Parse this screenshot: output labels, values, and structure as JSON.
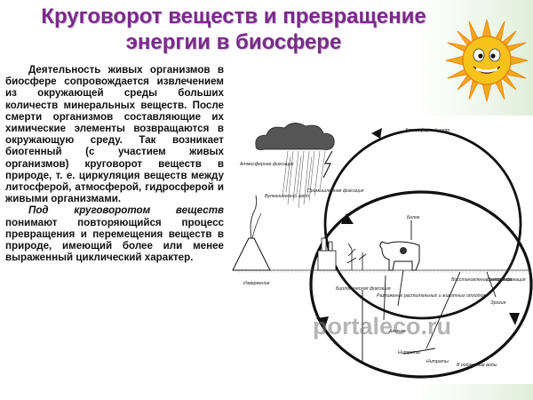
{
  "slide": {
    "title_line1": "Круговорот веществ и превращение",
    "title_line2": "энергии в биосфере",
    "paragraph1": "Деятельность живых организмов в биосфере сопровождается извлечением из окружающей среды больших количеств минеральных веществ. После смерти организмов составляющие их химические элементы возвращаются в окружающую среду. Так возникает биогенный (с участием живых организмов) круговорот веществ в природе, т. е. циркуляция веществ между литосферой, атмосферой, гидросферой и живыми организмами.",
    "paragraph2_em": "Под круговоротом веществ",
    "paragraph2_rest": " понимают повторяющийся процесс превращения и перемещения веществ в природе, имеющий более или менее выраженный циклический характер."
  },
  "diagram": {
    "labels": {
      "atm_nitrogen": "Атмосферный азот",
      "atm_fixation": "Атмосферная фиксация",
      "volcanic": "Вулканический азот",
      "industrial": "Промышленная фиксация",
      "protein": "Белок",
      "eruption": "Извержение",
      "bio_fixation": "Биологическая фиксация",
      "decomposition": "Разложение растительных и животных отходов",
      "ammonia": "Аммиак",
      "nitrites": "Нитриты",
      "restored_nitrates": "Восстановление нитратов",
      "denitrification": "Денитрификация",
      "nitrates": "Нитраты",
      "groundwater": "В подземные воды",
      "erosion": "Эрозия"
    }
  },
  "watermark": "portaleco.ru",
  "colors": {
    "title": "#7a2a8a",
    "sun_fill": "#f7c21c",
    "sun_ray": "#f08a12"
  }
}
